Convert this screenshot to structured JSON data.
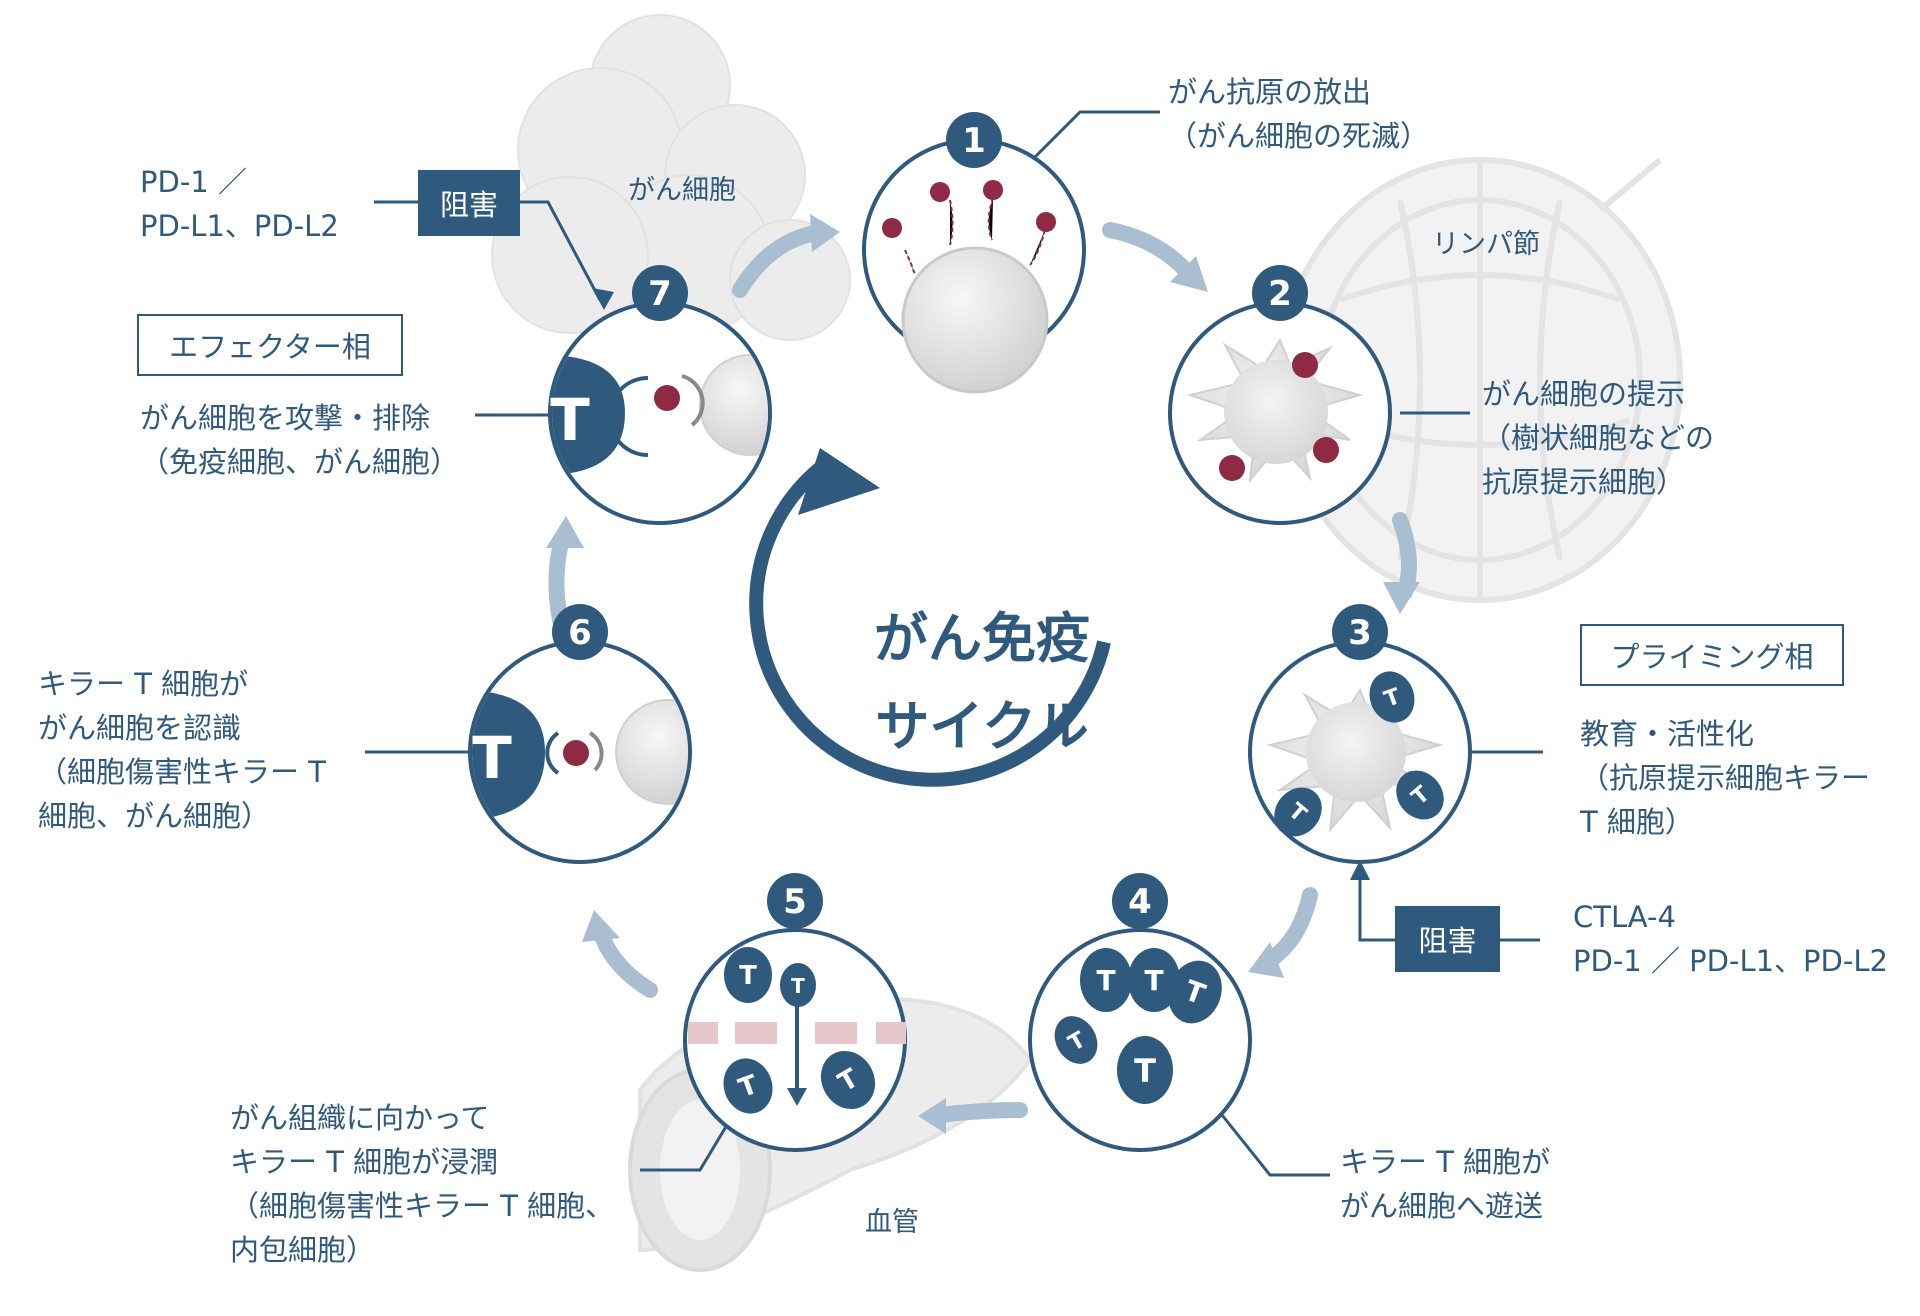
{
  "center_title": [
    "がん免疫",
    "サイクル"
  ],
  "steps": [
    {
      "num": "1",
      "text": [
        "がん抗原の放出",
        "（がん細胞の死滅）"
      ]
    },
    {
      "num": "2",
      "text": [
        "がん細胞の提示",
        "（樹状細胞などの",
        "抗原提示細胞）"
      ]
    },
    {
      "num": "3",
      "text": [
        "教育・活性化",
        "（抗原提示細胞キラー",
        "T 細胞）"
      ]
    },
    {
      "num": "4",
      "text": [
        "キラー T 細胞が",
        "がん細胞へ遊送"
      ]
    },
    {
      "num": "5",
      "text": [
        "がん組織に向かって",
        "キラー T 細胞が浸潤",
        "（細胞傷害性キラー T 細胞、",
        "内包細胞）"
      ]
    },
    {
      "num": "6",
      "text": [
        "キラー T 細胞が",
        "がん細胞を認識",
        "（細胞傷害性キラー T",
        "細胞、がん細胞）"
      ]
    },
    {
      "num": "7",
      "text": [
        "がん細胞を攻撃・排除",
        "（免疫細胞、がん細胞）"
      ]
    }
  ],
  "phases": {
    "effector": "エフェクター相",
    "priming": "プライミング相"
  },
  "inhibit_label": "阻害",
  "inhibitors_top": [
    "PD-1 ／",
    "PD-L1、PD-L2"
  ],
  "inhibitors_bottom": [
    "CTLA-4",
    "PD-1 ／ PD-L1、PD-L2"
  ],
  "background_labels": {
    "cancer": "がん細胞",
    "lymph": "リンパ節",
    "vessel": "血管"
  },
  "t_letter": "T",
  "colors": {
    "primary": "#2f5a7e",
    "antigen": "#8e2a44",
    "arrow_light": "#a9bfd1",
    "bg_gray": "#ececec",
    "membrane": "#e6c8cc"
  }
}
